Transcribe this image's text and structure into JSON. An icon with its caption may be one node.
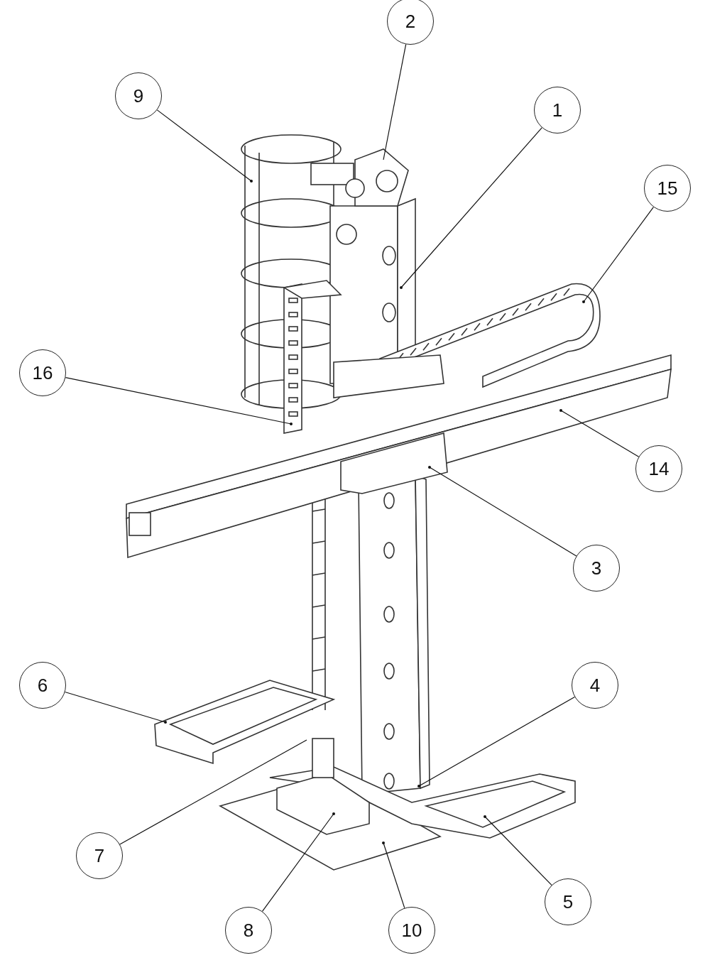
{
  "diagram": {
    "nodes": [
      {
        "text": [
          "2"
        ]
      },
      {
        "text": [
          "9"
        ]
      },
      {
        "text": [
          "1"
        ]
      },
      {
        "text": [
          "15"
        ]
      },
      {
        "text": [
          "16"
        ]
      },
      {
        "text": [
          "14"
        ]
      },
      {
        "text": [
          "3"
        ]
      },
      {
        "text": [
          "6"
        ]
      },
      {
        "text": [
          "4"
        ]
      },
      {
        "text": [
          "7"
        ]
      },
      {
        "text": [
          "5"
        ]
      },
      {
        "text": [
          "8"
        ]
      },
      {
        "text": [
          "10"
        ]
      }
    ],
    "edges": [
      {
        "from": 0,
        "to": null,
        "arrow": "none"
      },
      {
        "from": 1,
        "to": null,
        "arrow": "other"
      },
      {
        "from": 2,
        "to": null,
        "arrow": "other"
      },
      {
        "from": 3,
        "to": null,
        "arrow": "other"
      },
      {
        "from": 4,
        "to": null,
        "arrow": "other"
      },
      {
        "from": 5,
        "to": null,
        "arrow": "other"
      },
      {
        "from": 6,
        "to": null,
        "arrow": "other"
      },
      {
        "from": 7,
        "to": null,
        "arrow": "other"
      },
      {
        "from": 8,
        "to": null,
        "arrow": "other"
      },
      {
        "from": 9,
        "to": null,
        "arrow": "none"
      },
      {
        "from": 10,
        "to": null,
        "arrow": "other"
      },
      {
        "from": 11,
        "to": null,
        "arrow": "other"
      },
      {
        "from": 12,
        "to": null,
        "arrow": "other"
      }
    ]
  }
}
